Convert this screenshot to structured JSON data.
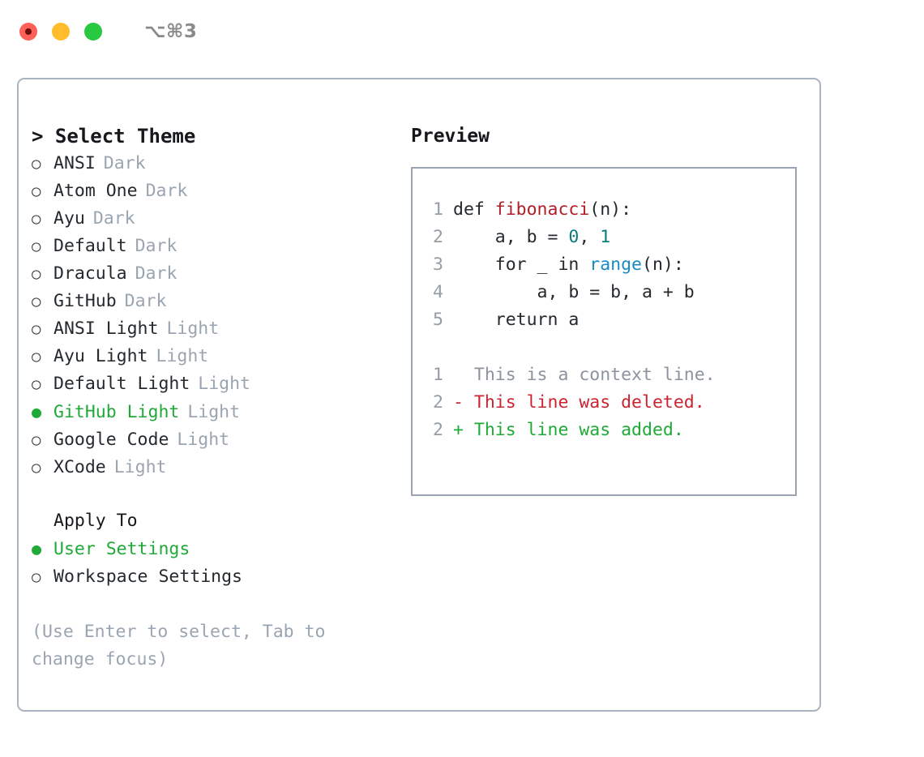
{
  "titlebar": {
    "shortcut": "⌥⌘3",
    "lights": [
      {
        "name": "close",
        "color": "#ff6058"
      },
      {
        "name": "minimize",
        "color": "#ffbd2e"
      },
      {
        "name": "maximize",
        "color": "#28c840"
      }
    ]
  },
  "theme_picker": {
    "prompt": "> Select Theme",
    "bullet_unselected": "○",
    "bullet_selected": "●",
    "items": [
      {
        "label": "ANSI",
        "tag": "Dark",
        "selected": false
      },
      {
        "label": "Atom One",
        "tag": "Dark",
        "selected": false
      },
      {
        "label": "Ayu",
        "tag": "Dark",
        "selected": false
      },
      {
        "label": "Default",
        "tag": "Dark",
        "selected": false
      },
      {
        "label": "Dracula",
        "tag": "Dark",
        "selected": false
      },
      {
        "label": "GitHub",
        "tag": "Dark",
        "selected": false
      },
      {
        "label": "ANSI Light",
        "tag": "Light",
        "selected": false
      },
      {
        "label": "Ayu Light",
        "tag": "Light",
        "selected": false
      },
      {
        "label": "Default Light",
        "tag": "Light",
        "selected": false
      },
      {
        "label": "GitHub Light",
        "tag": "Light",
        "selected": true
      },
      {
        "label": "Google Code",
        "tag": "Light",
        "selected": false
      },
      {
        "label": "XCode",
        "tag": "Light",
        "selected": false
      }
    ]
  },
  "apply_to": {
    "title": "Apply To",
    "items": [
      {
        "label": "User Settings",
        "selected": true
      },
      {
        "label": "Workspace Settings",
        "selected": false
      }
    ]
  },
  "hint": "(Use Enter to select, Tab to change focus)",
  "preview": {
    "title": "Preview",
    "code_lines": [
      {
        "no": "1",
        "parts": [
          {
            "text": "def ",
            "kind": "plain"
          },
          {
            "text": "fibonacci",
            "kind": "fn"
          },
          {
            "text": "(n):",
            "kind": "plain"
          }
        ]
      },
      {
        "no": "2",
        "parts": [
          {
            "text": "    a, b = ",
            "kind": "plain"
          },
          {
            "text": "0",
            "kind": "num"
          },
          {
            "text": ", ",
            "kind": "plain"
          },
          {
            "text": "1",
            "kind": "num"
          }
        ]
      },
      {
        "no": "3",
        "parts": [
          {
            "text": "    for _ in ",
            "kind": "plain"
          },
          {
            "text": "range",
            "kind": "call"
          },
          {
            "text": "(n):",
            "kind": "plain"
          }
        ]
      },
      {
        "no": "4",
        "parts": [
          {
            "text": "        a, b = b, a + b",
            "kind": "plain"
          }
        ]
      },
      {
        "no": "5",
        "parts": [
          {
            "text": "    return a",
            "kind": "plain"
          }
        ]
      }
    ],
    "diff_lines": [
      {
        "no": "1",
        "marker": "  ",
        "text": "This is a context line.",
        "kind": "context"
      },
      {
        "no": "2",
        "marker": "- ",
        "text": "This line was deleted.",
        "kind": "deleted"
      },
      {
        "no": "2",
        "marker": "+ ",
        "text": "This line was added.",
        "kind": "added"
      }
    ]
  },
  "colors": {
    "selected_green": "#1faa38",
    "dim_text": "#9aa5b1",
    "border": "#aab4c0",
    "preview_border": "#9aa5b1",
    "fn_red": "#b31d28",
    "num_teal": "#0b7a7a",
    "call_blue": "#1a8bc4",
    "diff_deleted": "#cb2431",
    "diff_added": "#1faa38",
    "diff_context": "#8b949e",
    "lineno": "#959da5"
  }
}
